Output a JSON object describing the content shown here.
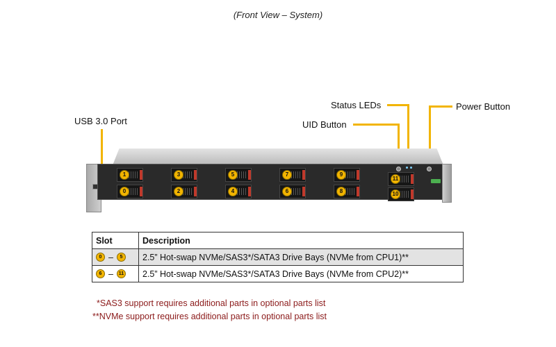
{
  "caption": "(Front View – System)",
  "callouts": {
    "usb": "USB 3.0 Port",
    "status_leds": "Status LEDs",
    "uid_button": "UID Button",
    "power_button": "Power Button"
  },
  "drive_bays": {
    "top_row": [
      "1",
      "3",
      "5",
      "7",
      "9",
      "11"
    ],
    "bottom_row": [
      "0",
      "2",
      "4",
      "6",
      "8",
      "10"
    ]
  },
  "colors": {
    "badge": "#f2b400",
    "leader": "#f2b400",
    "note": "#8b1a1a"
  },
  "table": {
    "headers": [
      "Slot",
      "Description"
    ],
    "rows": [
      {
        "from": "0",
        "sep": "–",
        "to": "5",
        "description": "2.5” Hot-swap NVMe/SAS3*/SATA3 Drive Bays (NVMe from CPU1)**"
      },
      {
        "from": "6",
        "sep": "–",
        "to": "11",
        "description": "2.5” Hot-swap NVMe/SAS3*/SATA3 Drive Bays (NVMe from CPU2)**"
      }
    ]
  },
  "notes": [
    "*SAS3 support requires additional parts in optional parts list",
    "**NVMe support requires additional parts in optional parts list"
  ]
}
